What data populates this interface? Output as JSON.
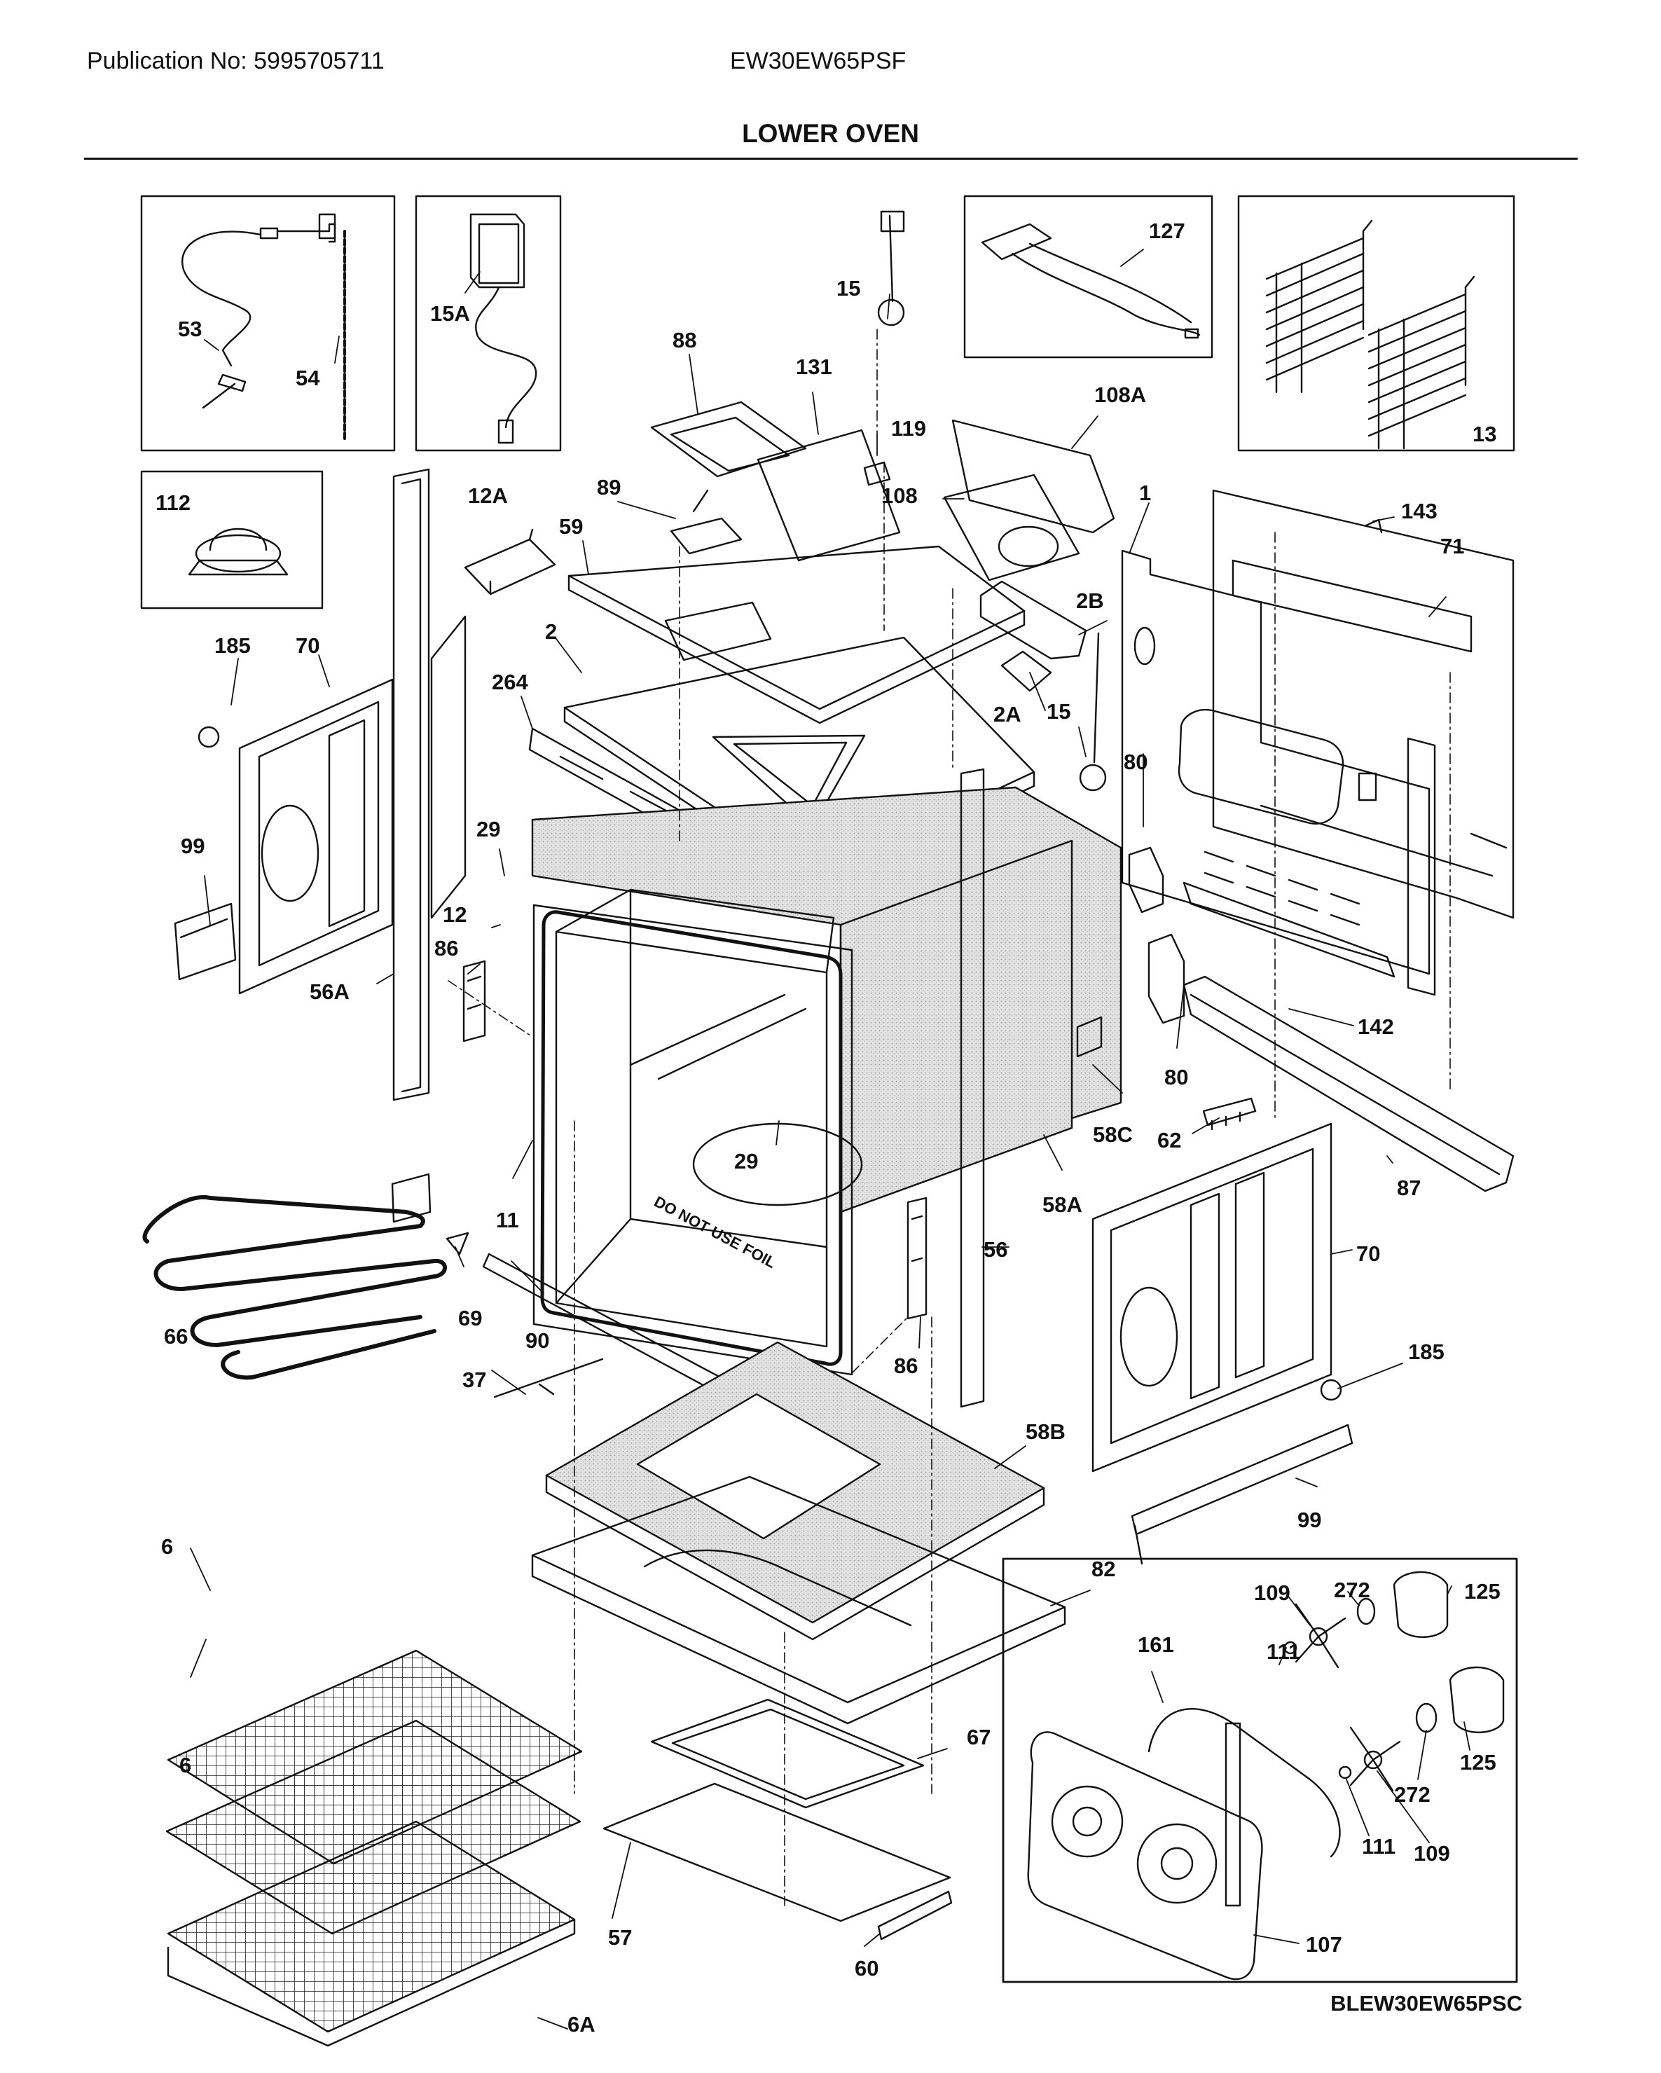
{
  "header": {
    "publication": "Publication No: 5995705711",
    "model": "EW30EW65PSF",
    "title": "LOWER OVEN"
  },
  "footer": {
    "diagram_code": "BLEW30EW65PSC"
  },
  "cabinet_print": "DO NOT USE FOIL",
  "callouts": {
    "c53": "53",
    "c54": "54",
    "c15A": "15A",
    "c112": "112",
    "c12A": "12A",
    "c185L": "185",
    "c70L": "70",
    "c99L": "99",
    "c56A": "56A",
    "c88": "88",
    "c131": "131",
    "c15top": "15",
    "c119": "119",
    "c89": "89",
    "c59": "59",
    "c2": "2",
    "c264": "264",
    "c29a": "29",
    "c12": "12",
    "c86L": "86",
    "c127": "127",
    "c13": "13",
    "c108A": "108A",
    "c108": "108",
    "c1": "1",
    "c143": "143",
    "c71": "71",
    "c2B": "2B",
    "c2A": "2A",
    "c15mid": "15",
    "c80a": "80",
    "c142": "142",
    "c80b": "80",
    "c58C": "58C",
    "c62": "62",
    "c87": "87",
    "c70R": "70",
    "c185R": "185",
    "c99R": "99",
    "c29b": "29",
    "c58A": "58A",
    "c56": "56",
    "c86R": "86",
    "c11": "11",
    "c66": "66",
    "c69": "69",
    "c90": "90",
    "c37": "37",
    "c58B": "58B",
    "c6a": "6",
    "c6b": "6",
    "c6A": "6A",
    "c82": "82",
    "c67": "67",
    "c57": "57",
    "c60": "60",
    "c109a": "109",
    "c272a": "272",
    "c125a": "125",
    "c161": "161",
    "c111a": "111",
    "c125b": "125",
    "c272b": "272",
    "c111b": "111",
    "c109b": "109",
    "c107": "107"
  }
}
